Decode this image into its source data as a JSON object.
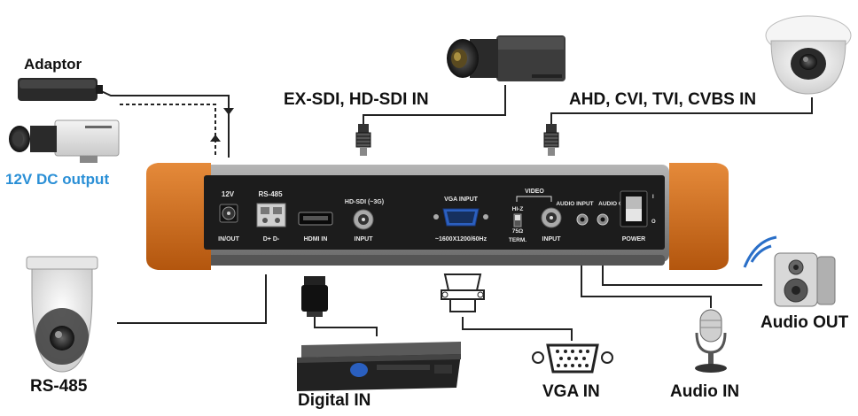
{
  "labels": {
    "adaptor": "Adaptor",
    "dc_output": "12V DC output",
    "exsdi": "EX-SDI, HD-SDI IN",
    "ahd": "AHD, CVI, TVI, CVBS IN",
    "rs485": "RS-485",
    "digital_in": "Digital IN",
    "vga_in": "VGA IN",
    "audio_in": "Audio IN",
    "audio_out": "Audio OUT"
  },
  "panel": {
    "v12": "12V",
    "inout": "IN/OUT",
    "rs485": "RS-485",
    "dpm": "D+  D-",
    "hdmi": "HDMI IN",
    "hdsdi": "HD-SDI (~3G)",
    "hdsdi_input": "INPUT",
    "vga_input": "VGA INPUT",
    "vga_res": "~1600X1200/60Hz",
    "video": "VIDEO",
    "hiz": "HI-Z",
    "ohm": "75Ω",
    "term": "TERM.",
    "video_input": "INPUT",
    "audio_input": "AUDIO INPUT",
    "audio_output": "AUDIO OUTPUT",
    "power": "POWER"
  },
  "colors": {
    "dc_output_label": "#2a8fd6",
    "side_orange": "#d6731f",
    "panel_dark": "#1c1c1c",
    "body_gray": "#9a9a9a"
  },
  "icons": [
    "adaptor-icon",
    "box-camera-icon",
    "dome-camera-icon",
    "ptz-camera-icon",
    "dvr-icon",
    "vga-connector-icon",
    "microphone-icon",
    "speaker-icon",
    "bnc-connector-icon",
    "hdmi-plug-icon"
  ]
}
